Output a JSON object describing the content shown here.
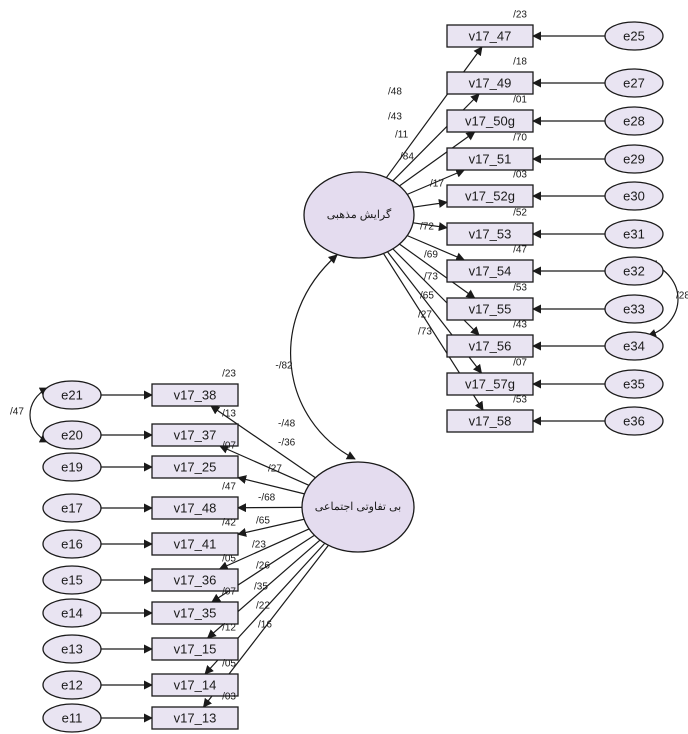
{
  "latents": [
    {
      "id": "religion",
      "label": "گرایش مذهبی"
    },
    {
      "id": "indifference",
      "label": "بی تفاوتی اجتماعی"
    }
  ],
  "top_indicators": [
    {
      "obs": "v17_47",
      "err": "e25",
      "r2": "/23",
      "loading": "/48"
    },
    {
      "obs": "v17_49",
      "err": "e27",
      "r2": "/18",
      "loading": "/43"
    },
    {
      "obs": "v17_50g",
      "err": "e28",
      "r2": "/01",
      "loading": "/11"
    },
    {
      "obs": "v17_51",
      "err": "e29",
      "r2": "/70",
      "loading": "/84"
    },
    {
      "obs": "v17_52g",
      "err": "e30",
      "r2": "/03",
      "loading": "/17"
    },
    {
      "obs": "v17_53",
      "err": "e31",
      "r2": "/52",
      "loading": "/72"
    },
    {
      "obs": "v17_54",
      "err": "e32",
      "r2": "/47",
      "loading": "/69"
    },
    {
      "obs": "v17_55",
      "err": "e33",
      "r2": "/53",
      "loading": "/73"
    },
    {
      "obs": "v17_56",
      "err": "e34",
      "r2": "/43",
      "loading": "/65"
    },
    {
      "obs": "v17_57g",
      "err": "e35",
      "r2": "/07",
      "loading": "/27"
    },
    {
      "obs": "v17_58",
      "err": "e36",
      "r2": "/53",
      "loading": "/73"
    }
  ],
  "bottom_indicators": [
    {
      "obs": "v17_38",
      "err": "e21",
      "r2": "/23",
      "loading": "-/48"
    },
    {
      "obs": "v17_37",
      "err": "e20",
      "r2": "/13",
      "loading": "-/36"
    },
    {
      "obs": "v17_25",
      "err": "e19",
      "r2": "/07",
      "loading": "/27"
    },
    {
      "obs": "v17_48",
      "err": "e17",
      "r2": "/47",
      "loading": "-/68"
    },
    {
      "obs": "v17_41",
      "err": "e16",
      "r2": "/42",
      "loading": "/65"
    },
    {
      "obs": "v17_36",
      "err": "e15",
      "r2": "/05",
      "loading": "/23"
    },
    {
      "obs": "v17_35",
      "err": "e14",
      "r2": "/07",
      "loading": "/26"
    },
    {
      "obs": "v17_15",
      "err": "e13",
      "r2": "/12",
      "loading": "/35"
    },
    {
      "obs": "v17_14",
      "err": "e12",
      "r2": "/05",
      "loading": "/22"
    },
    {
      "obs": "v17_13",
      "err": "e11",
      "r2": "/03",
      "loading": "/16"
    }
  ],
  "latent_covariance": "-/82",
  "error_covariances": [
    {
      "between": [
        "e32",
        "e34"
      ],
      "value": "/28"
    },
    {
      "between": [
        "e21",
        "e20"
      ],
      "value": "/47"
    }
  ],
  "colors": {
    "node_fill": "#e9e4f2",
    "latent_fill": "#e4dcef",
    "stroke": "#1a1a1a"
  }
}
